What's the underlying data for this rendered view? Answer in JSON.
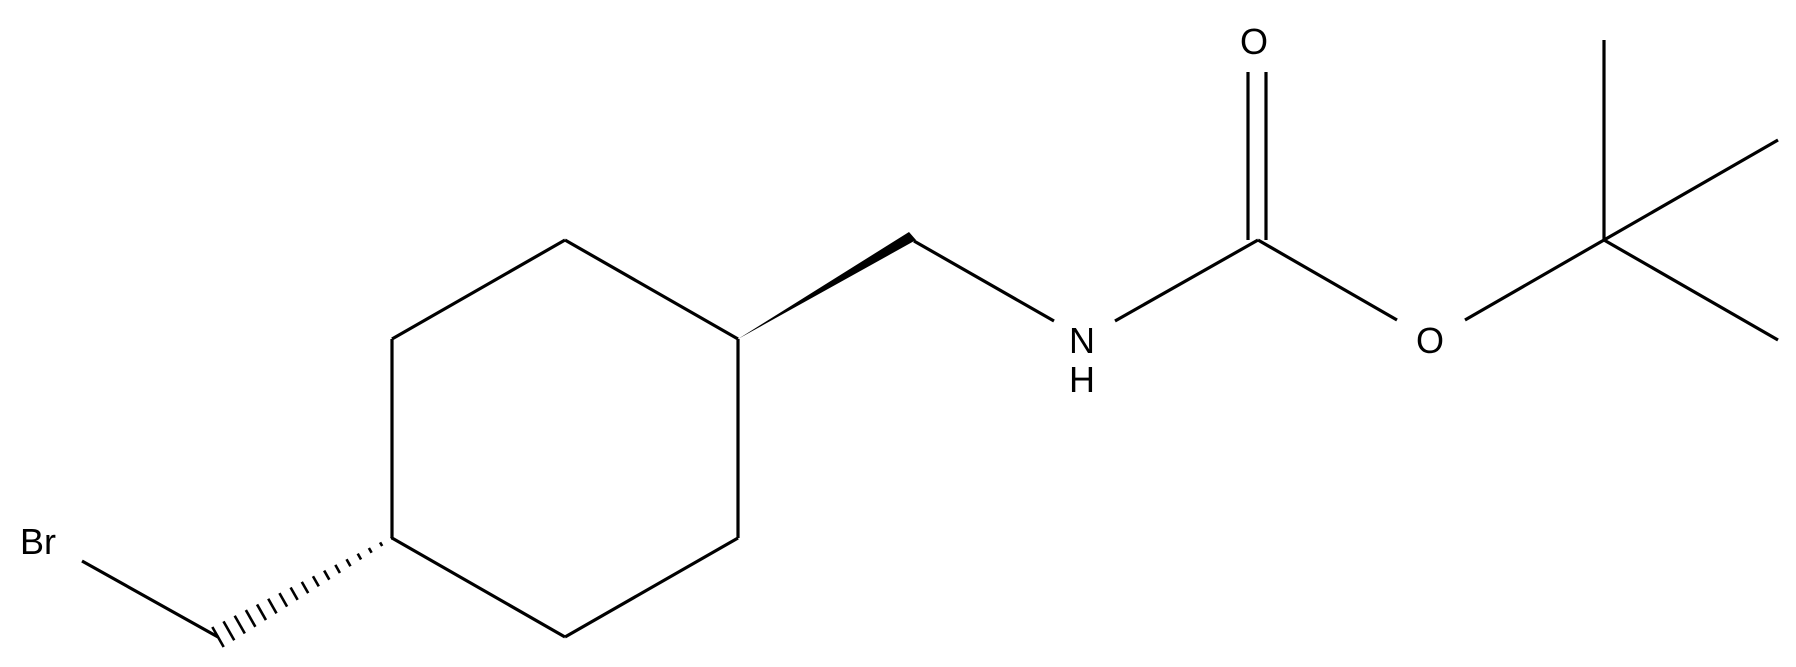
{
  "molecule": {
    "atom_labels": {
      "bromine": "Br",
      "nitrogen": "N",
      "nitrogen_hydrogen": "H",
      "carbonyl_oxygen": "O",
      "ester_oxygen": "O"
    },
    "stereo_bonds": [
      "wedge",
      "hash"
    ]
  }
}
